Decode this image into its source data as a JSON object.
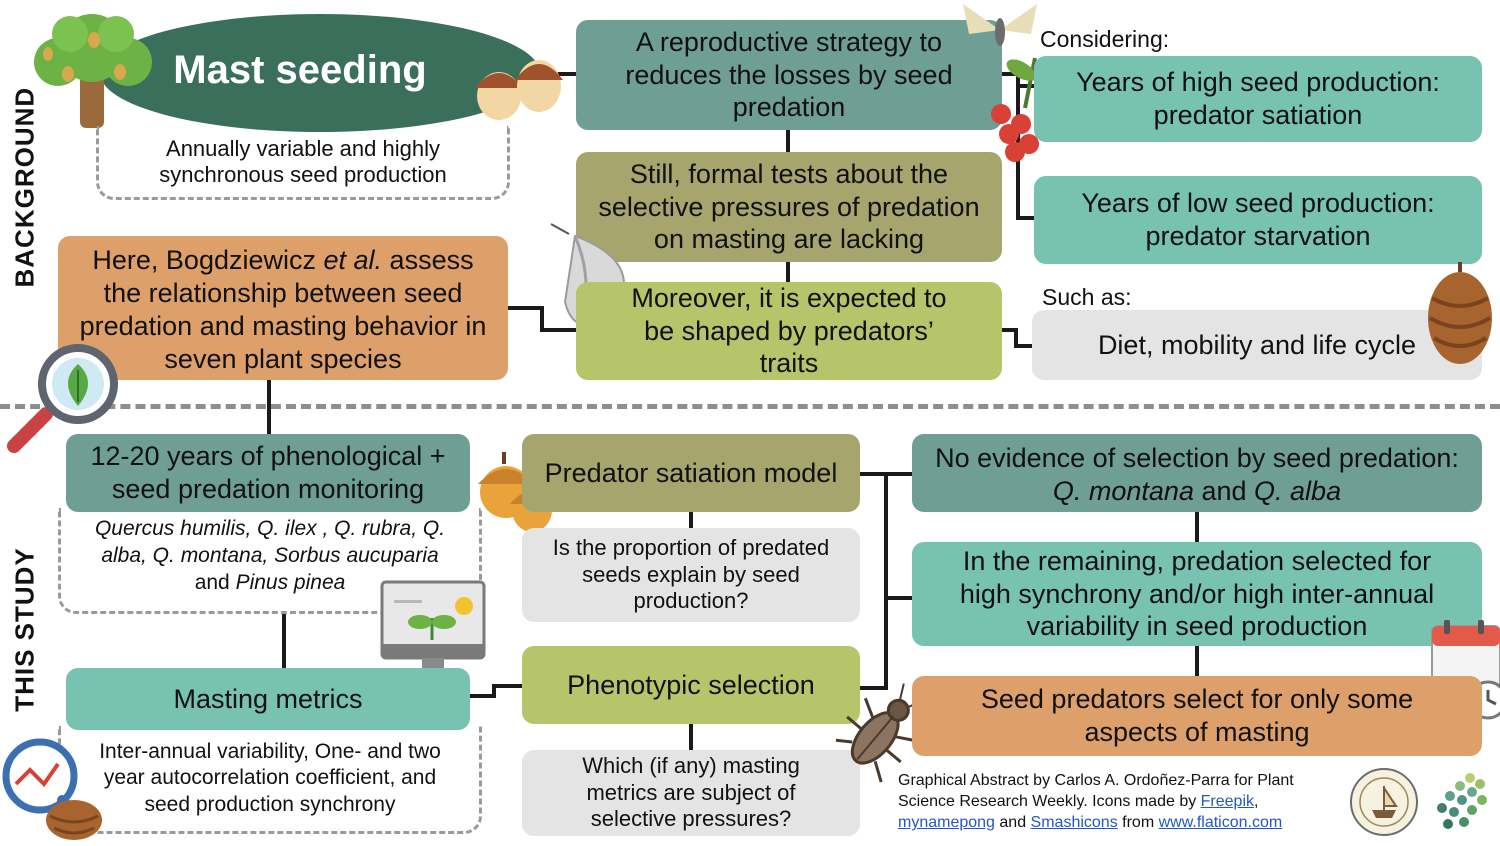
{
  "side_labels": {
    "background": "BACKGROUND",
    "study": "THIS STUDY"
  },
  "title": {
    "text": "Mast seeding",
    "color": "#3a6f5c"
  },
  "mast_desc": "Annually variable and highly synchronous seed production",
  "strategy": "A reproductive strategy to reduces the losses by seed predation",
  "considering_label": "Considering:",
  "high_years": "Years of high seed production: predator satiation",
  "low_years": "Years of low seed production: predator starvation",
  "still": "Still, formal tests about the selective pressures of predation on masting are lacking",
  "moreover": "Moreover, it is expected to be shaped by predators’ traits",
  "such_as_label": "Such as:",
  "traits": "Diet, mobility and life cycle",
  "here": {
    "pre": "Here, Bogdziewicz ",
    "em": "et al.",
    "post": " assess the relationship between seed predation and masting behavior in seven plant species"
  },
  "monitoring": "12-20 years of phenological + seed predation monitoring",
  "species": {
    "italic": "Quercus humilis, Q. ilex , Q. rubra, Q. alba, Q. montana, Sorbus aucuparia",
    "and": "and ",
    "last": "Pinus pinea"
  },
  "masting_metrics": "Masting metrics",
  "metrics_desc": "Inter-annual variability, One- and two year autocorrelation coefficient, and seed production synchrony",
  "satiation_model": "Predator satiation model",
  "satiation_q": "Is the proportion of predated seeds explain by seed production?",
  "phenotypic": "Phenotypic selection",
  "phenotypic_q": "Which (if any) masting metrics are subject of selective pressures?",
  "no_evidence": {
    "pre": "No evidence of selection by seed predation: ",
    "sp1": "Q. montana",
    "and": " and ",
    "sp2": "Q. alba"
  },
  "remaining": "In the remaining, predation selected for high synchrony and/or high inter-annual variability in seed production",
  "conclusion": "Seed predators select for only some aspects of masting",
  "credit": {
    "line1": "Graphical Abstract by Carlos A. Ordoñez-Parra for Plant",
    "line2a": "Science Research Weekly. Icons made by ",
    "link1": "Freepik",
    "comma": ",",
    "link2": "mynamepong",
    "and": " and ",
    "link3": "Smashicons",
    "from": " from ",
    "link4": "www.flaticon.com"
  },
  "icons": [
    "tree-icon",
    "acorn-icon",
    "moth-icon",
    "berries-icon",
    "pinecone-icon",
    "magnifier-leaf-icon",
    "monitor-plant-icon",
    "calendar-icon",
    "beetle-icon",
    "magnifier-chart-icon",
    "society-logo-icon",
    "dots-logo-icon"
  ]
}
